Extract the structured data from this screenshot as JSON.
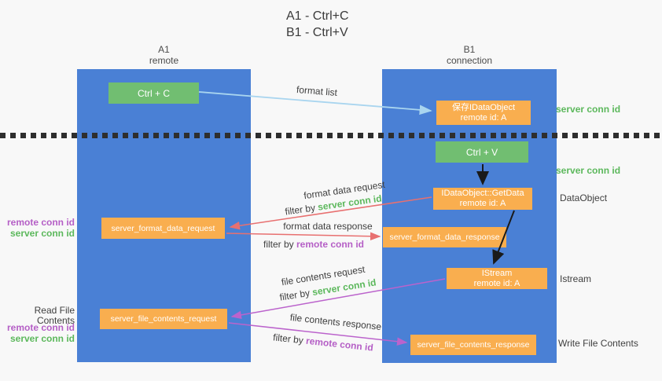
{
  "title": {
    "line1": "A1 - Ctrl+C",
    "line2": "B1 - Ctrl+V"
  },
  "columns": {
    "left": {
      "name": "A1",
      "role": "remote"
    },
    "right": {
      "name": "B1",
      "role": "connection"
    }
  },
  "nodes": {
    "ctrl_c": {
      "label": "Ctrl + C"
    },
    "save_dataobject": {
      "line1": "保存IDataObject",
      "line2": "remote id: A"
    },
    "ctrl_v": {
      "label": "Ctrl + V"
    },
    "getdata": {
      "line1": "IDataObject::GetData",
      "line2": "remote id: A"
    },
    "format_request": {
      "label": "server_format_data_request"
    },
    "format_response": {
      "label": "server_format_data_response"
    },
    "istream": {
      "line1": "IStream",
      "line2": "remote id: A"
    },
    "file_request": {
      "label": "server_file_contents_request"
    },
    "file_response": {
      "label": "server_file_contents_response"
    }
  },
  "arrows": {
    "format_list": {
      "label": "format list"
    },
    "format_data_request": {
      "label": "format data request",
      "filter_prefix": "filter by ",
      "filter_key": "server conn id"
    },
    "format_data_response": {
      "label": "format data response",
      "filter_prefix": "filter by ",
      "filter_key": "remote conn id"
    },
    "file_contents_request": {
      "label": "file contents request",
      "filter_prefix": "filter by ",
      "filter_key": "server conn id"
    },
    "file_contents_response": {
      "label": "file contents response",
      "filter_prefix": "filter by ",
      "filter_key": "remote conn id"
    }
  },
  "side_labels": {
    "right_top_server_conn_id": "server conn id",
    "right_mid_server_conn_id": "server conn id",
    "dataobject": "DataObject",
    "istream": "Istream",
    "write_file_contents": "Write File Contents",
    "left_remote_conn_id_1": "remote conn id",
    "left_server_conn_id_1": "server conn id",
    "read_file_contents": "Read File Contents",
    "left_remote_conn_id_2": "remote conn id",
    "left_server_conn_id_2": "server conn id"
  },
  "colors": {
    "lifeline_blue": "#4a80d5",
    "node_orange": "#f9ae4f",
    "node_green": "#71be71",
    "text_green": "#5cb85c",
    "text_purple": "#b55fc6",
    "arrow_red": "#e87070",
    "arrow_light_blue": "#a9d5ef",
    "arrow_purple": "#bb63cc",
    "arrow_black": "#1a1a1a"
  }
}
